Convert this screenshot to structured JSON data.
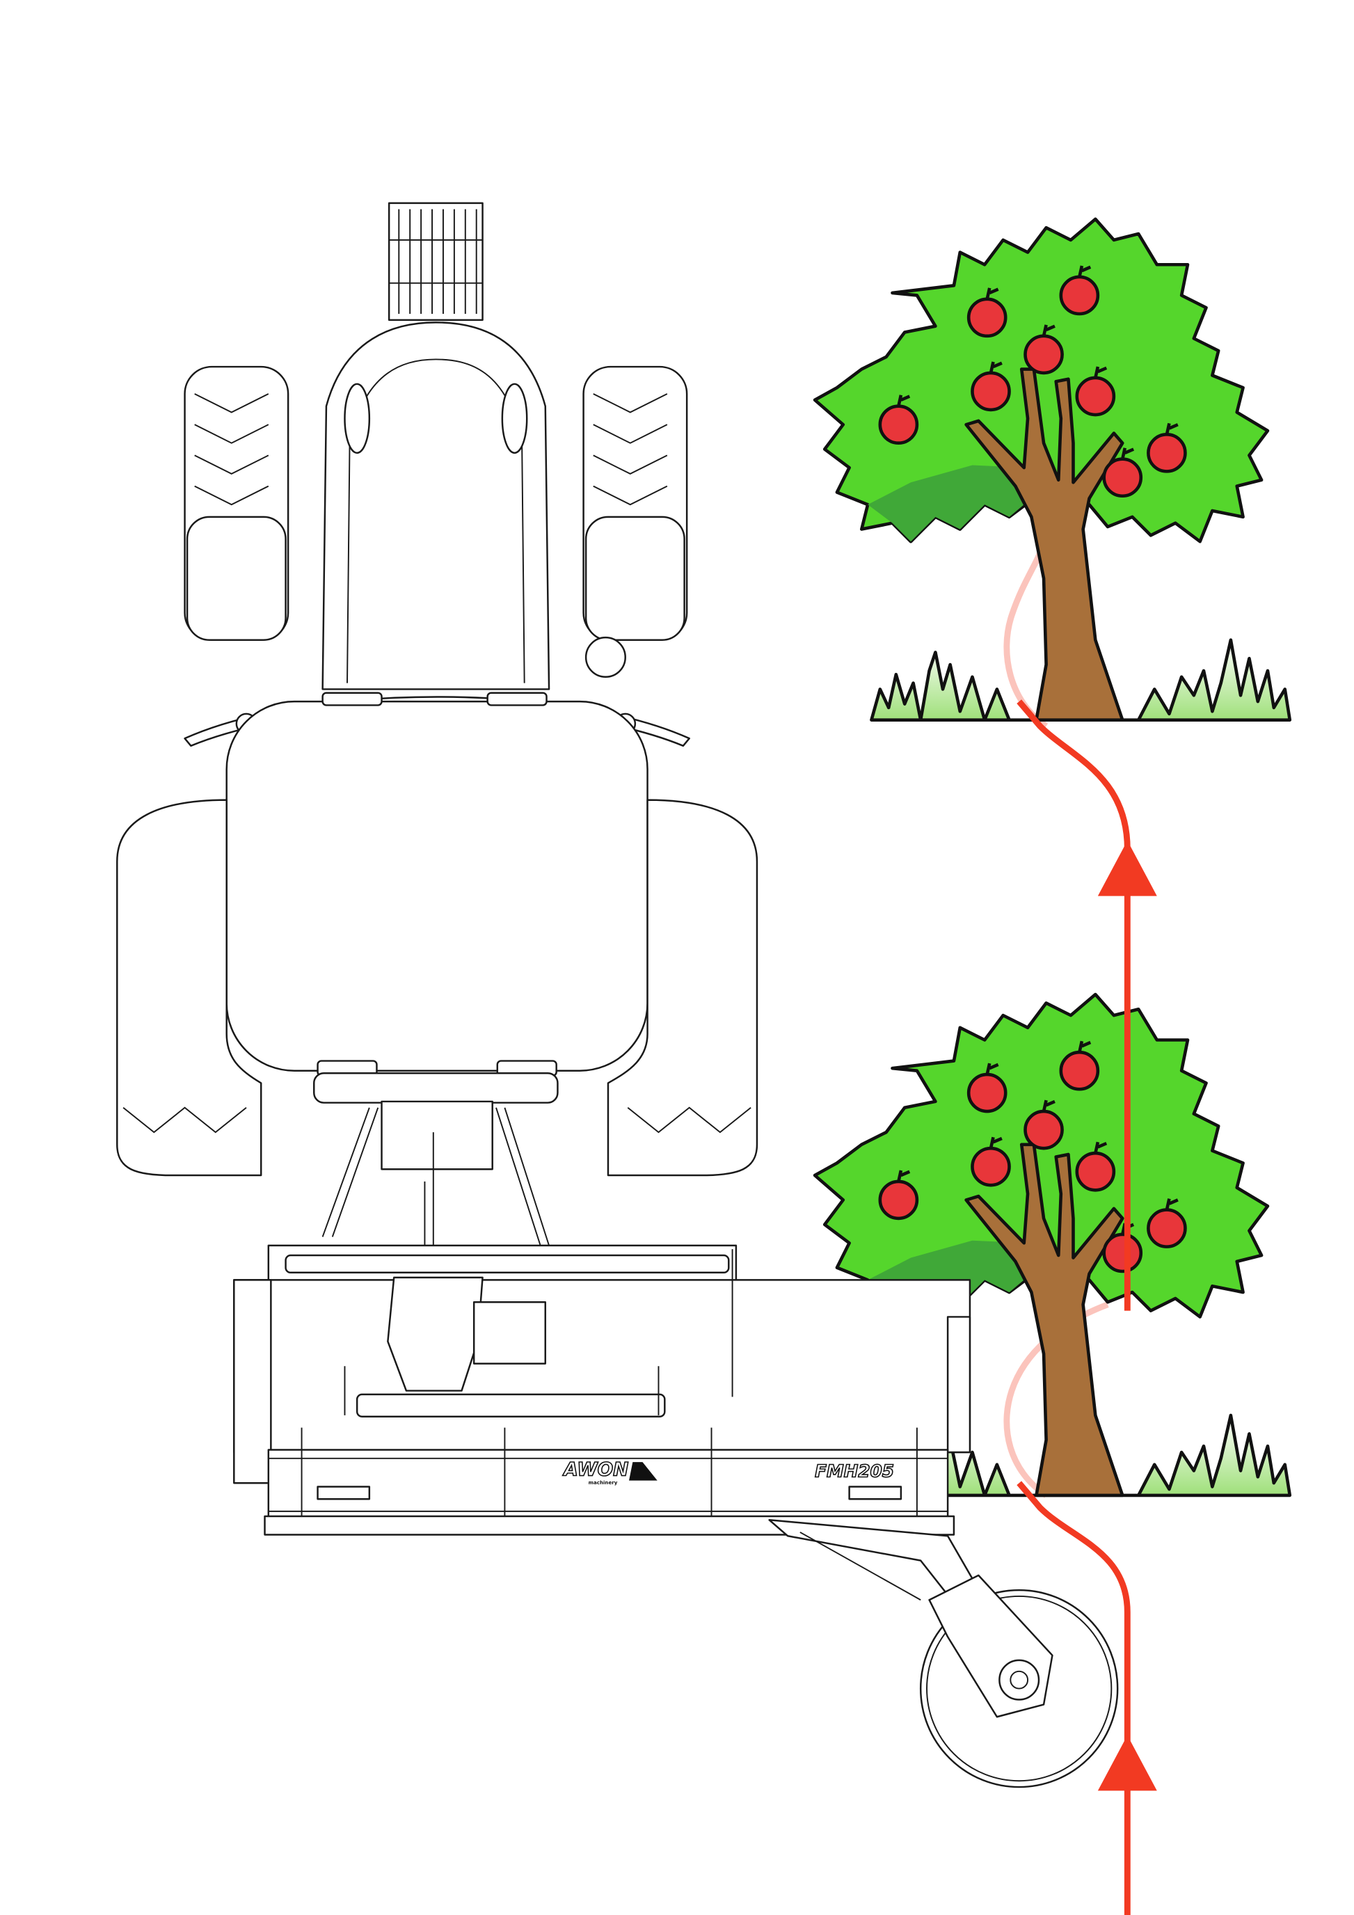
{
  "diagram": {
    "machine": {
      "brand_logo": "AWON",
      "brand_tagline": "machinery",
      "model": "FMH205"
    },
    "path": {
      "direction": "up",
      "arrow_count": 2
    },
    "trees": {
      "count": 2,
      "apples_per_tree": 8
    },
    "colors": {
      "path": "#f23a22",
      "canopy": "#55d62c",
      "canopy_shade": "#40a838",
      "trunk": "#a8703a",
      "apple": "#e8363a",
      "grass": "#9fe07a",
      "outline": "#1a1a1a"
    }
  }
}
